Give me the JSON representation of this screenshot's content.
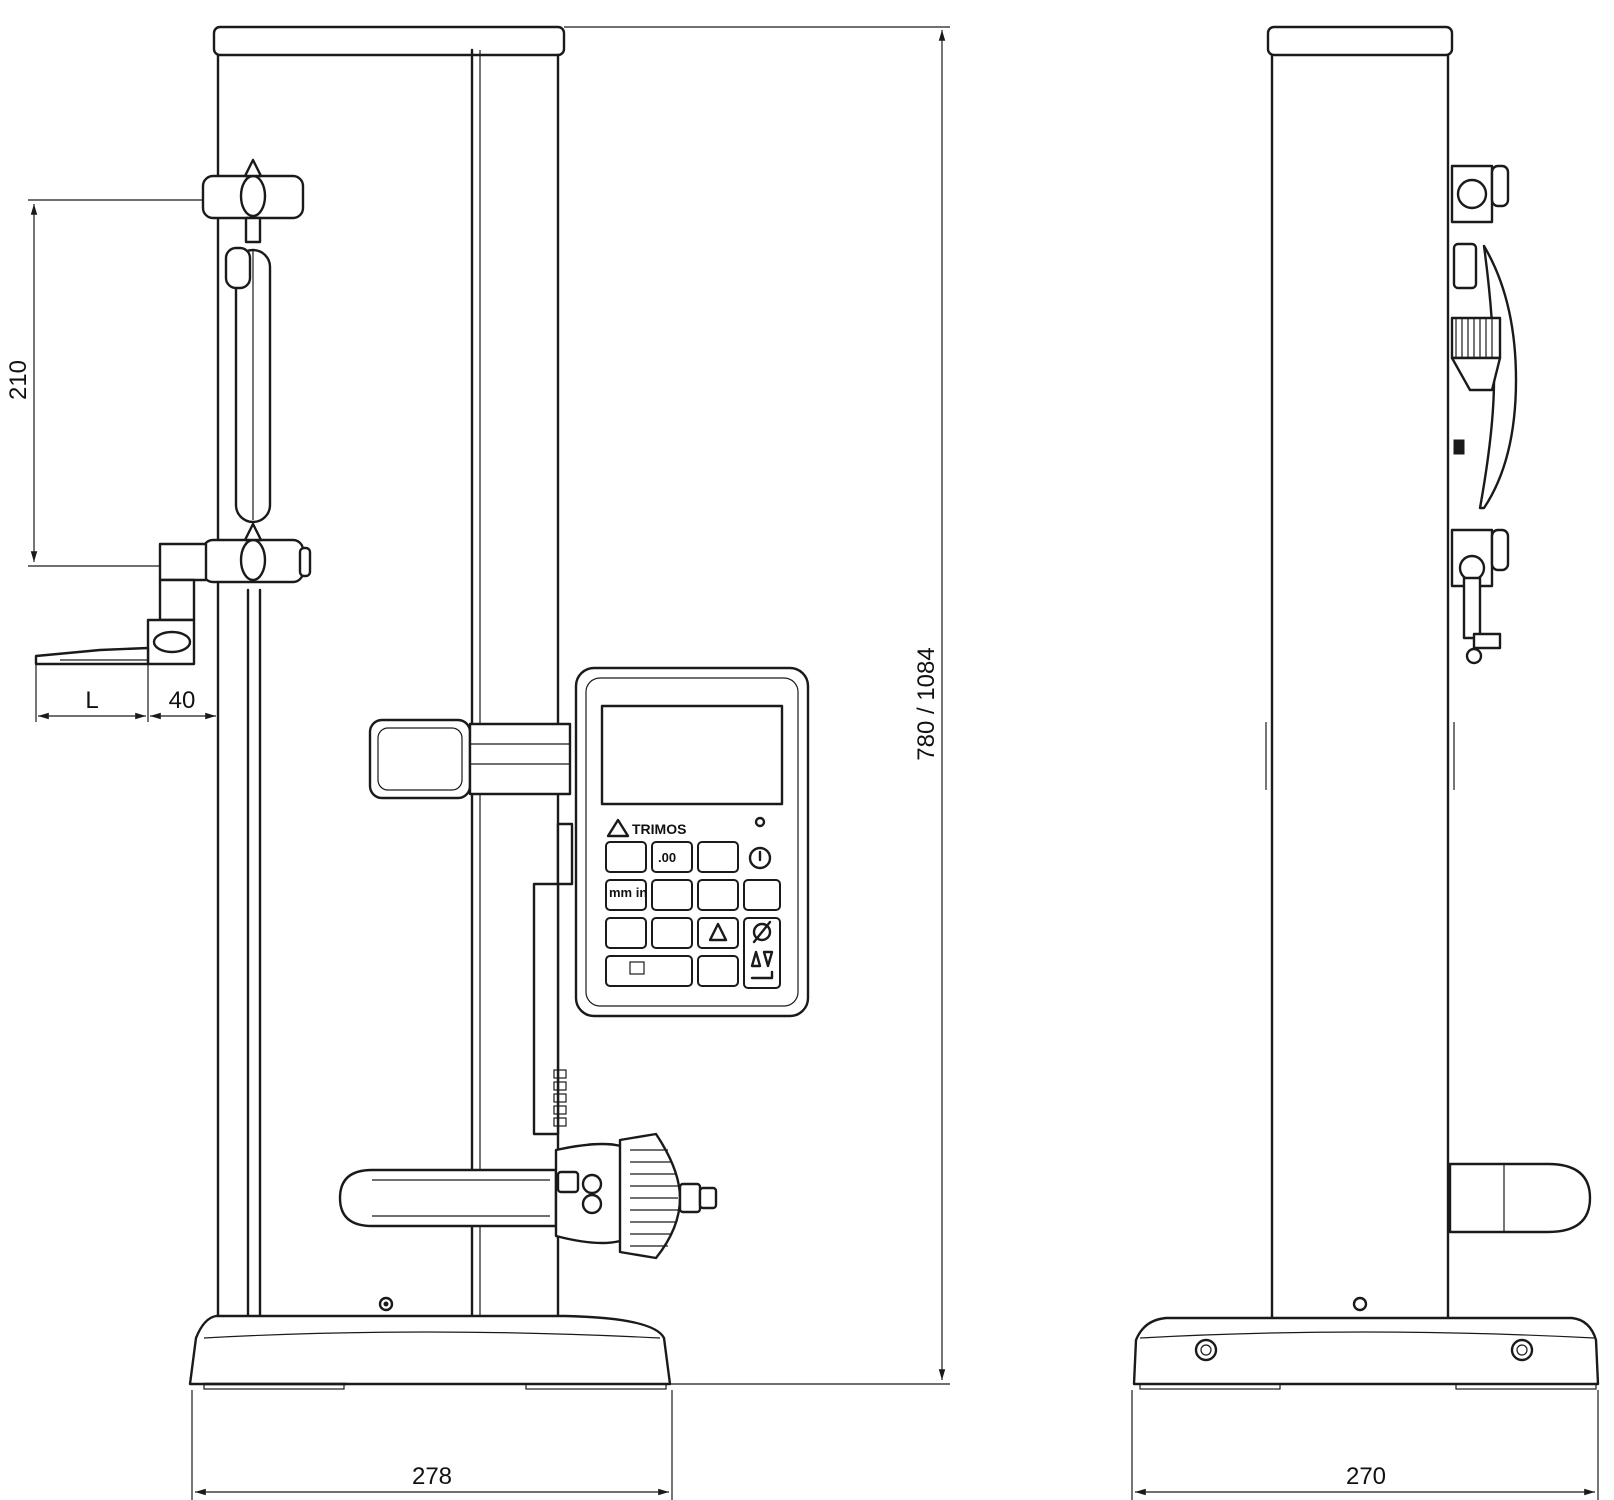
{
  "dimensions": {
    "stylus_range": "210",
    "stylus_length": "L",
    "stylus_offset": "40",
    "height": "780 / 1084",
    "front_width": "278",
    "side_depth": "270"
  },
  "display_unit": {
    "brand": "TRIMOS",
    "keys": {
      "resolution": ".00",
      "units": "mm in"
    }
  }
}
